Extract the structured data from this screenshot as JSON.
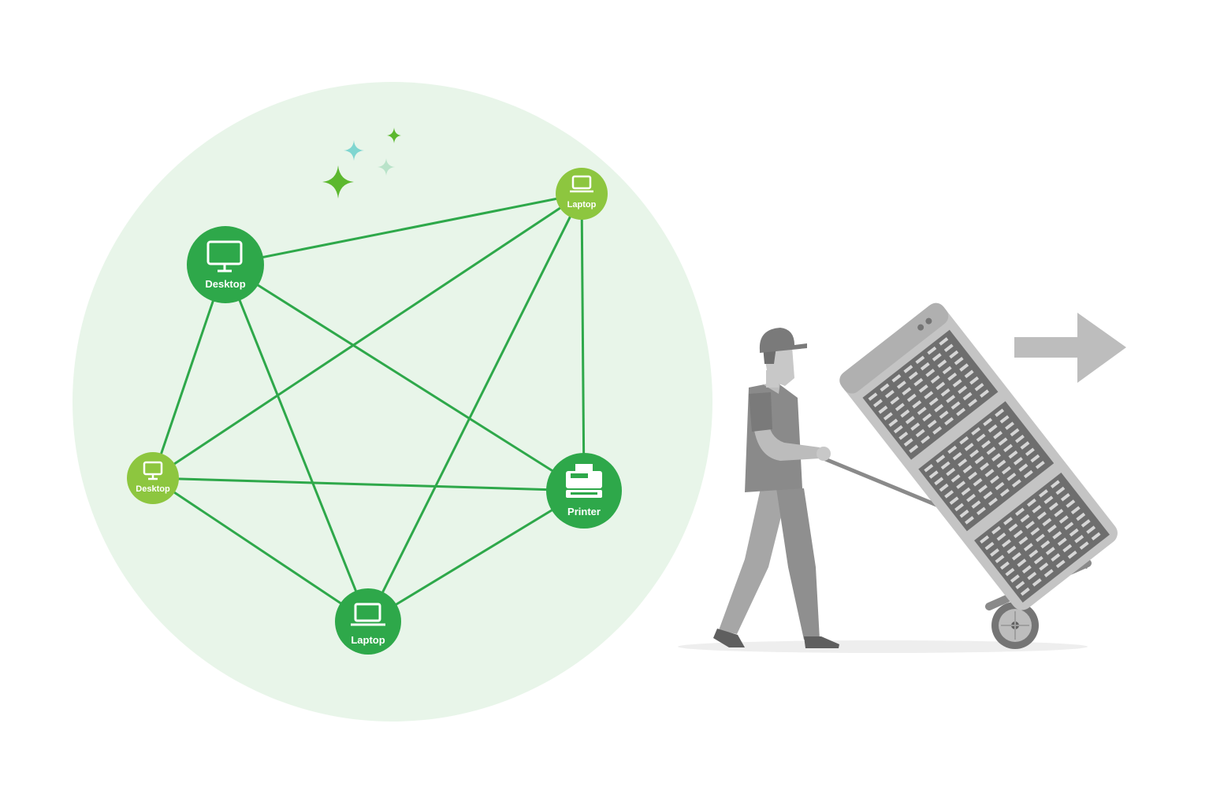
{
  "colors": {
    "background": "#ffffff",
    "network_circle": "#e8f5e9",
    "link": "#2ea84a",
    "node_dark": "#2ea84a",
    "node_light": "#8dc63f",
    "sparkle_green": "#5cb82e",
    "sparkle_teal": "#7fd6d0",
    "sparkle_pale": "#b9e3c9",
    "figure_gray": "#9e9e9e",
    "server_gray": "#bdbdbd",
    "arrow_gray": "#bdbdbd"
  },
  "network": {
    "nodes": [
      {
        "id": "desktop-main",
        "label": "Desktop",
        "icon": "desktop-icon",
        "style": "dark"
      },
      {
        "id": "laptop-top",
        "label": "Laptop",
        "icon": "laptop-icon",
        "style": "light"
      },
      {
        "id": "desktop-left",
        "label": "Desktop",
        "icon": "desktop-icon",
        "style": "light"
      },
      {
        "id": "printer",
        "label": "Printer",
        "icon": "printer-icon",
        "style": "dark"
      },
      {
        "id": "laptop-bottom",
        "label": "Laptop",
        "icon": "laptop-icon",
        "style": "dark"
      }
    ],
    "links": [
      [
        "desktop-main",
        "laptop-top"
      ],
      [
        "desktop-main",
        "desktop-left"
      ],
      [
        "desktop-main",
        "printer"
      ],
      [
        "desktop-main",
        "laptop-bottom"
      ],
      [
        "laptop-top",
        "desktop-left"
      ],
      [
        "laptop-top",
        "printer"
      ],
      [
        "laptop-top",
        "laptop-bottom"
      ],
      [
        "desktop-left",
        "printer"
      ],
      [
        "desktop-left",
        "laptop-bottom"
      ],
      [
        "printer",
        "laptop-bottom"
      ]
    ]
  },
  "illustration": {
    "figure": "worker-pushing-server-rack",
    "arrow_icon": "right-arrow-icon"
  }
}
